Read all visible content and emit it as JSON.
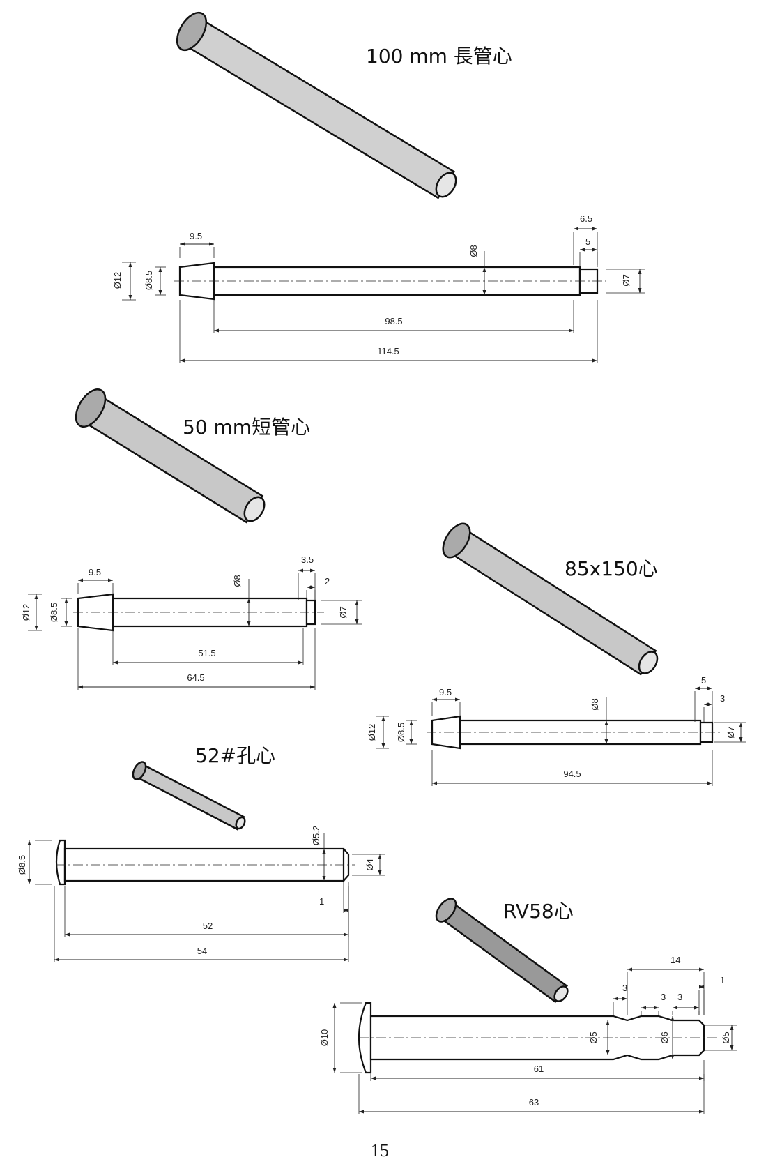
{
  "page_number": "15",
  "parts": [
    {
      "title": "100 mm 長管心",
      "dims": {
        "len_head": "9.5",
        "dia_head": "Ø12",
        "dia_head_small": "Ø8.5",
        "dia_body": "Ø8",
        "len_tip_total": "6.5",
        "len_tip": "5",
        "dia_tip": "Ø7",
        "len_body": "98.5",
        "len_total": "114.5"
      }
    },
    {
      "title": "50 mm短管心",
      "dims": {
        "len_head": "9.5",
        "dia_head": "Ø12",
        "dia_head_small": "Ø8.5",
        "dia_body": "Ø8",
        "len_tip_total": "3.5",
        "len_tip": "2",
        "dia_tip": "Ø7",
        "len_body": "51.5",
        "len_total": "64.5"
      }
    },
    {
      "title": "85x150心",
      "dims": {
        "len_head": "9.5",
        "dia_head": "Ø12",
        "dia_head_small": "Ø8.5",
        "dia_body": "Ø8",
        "len_tip_total": "5",
        "len_tip": "3",
        "dia_tip": "Ø7",
        "len_total": "94.5"
      }
    },
    {
      "title": "52#孔心",
      "dims": {
        "dia_head": "Ø8.5",
        "dia_body": "Ø5.2",
        "dia_tip": "Ø4",
        "len_tip": "1",
        "len_body": "52",
        "len_total": "54"
      }
    },
    {
      "title": "RV58心",
      "dims": {
        "dia_head": "Ø10",
        "dia_groove1": "Ø5",
        "dia_mid": "Ø6",
        "dia_tip": "Ø5",
        "len_groove": "14",
        "len_a": "3",
        "len_b": "3",
        "len_c": "3",
        "len_d": "1",
        "len_body": "61",
        "len_total": "63"
      }
    }
  ]
}
